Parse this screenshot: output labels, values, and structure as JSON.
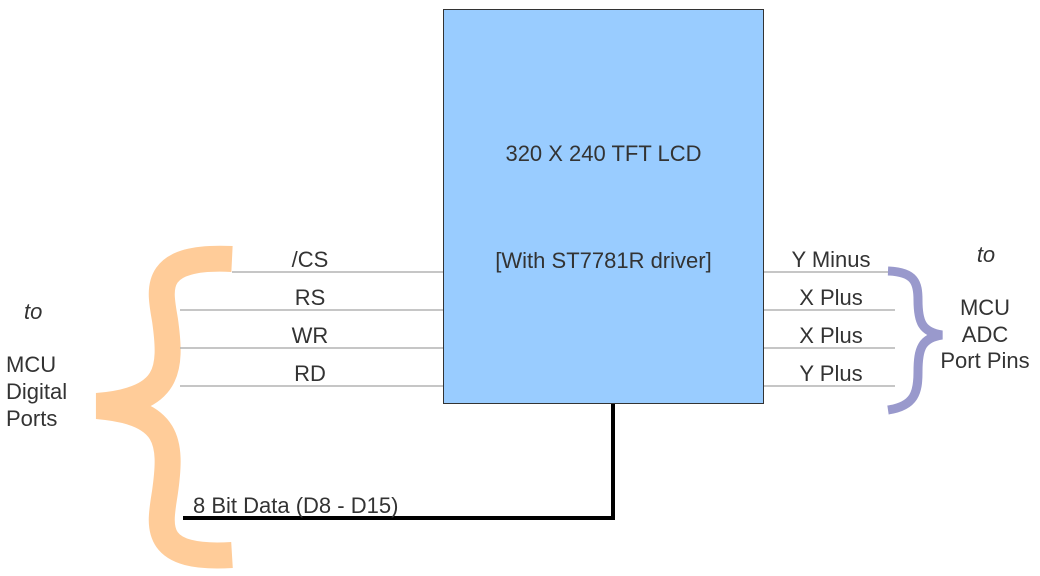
{
  "lcd": {
    "title": "320 X 240 TFT LCD",
    "driver": "[With ST7781R driver]"
  },
  "left_signals": [
    "/CS",
    "RS",
    "WR",
    "RD"
  ],
  "right_signals": [
    "Y Minus",
    "X Plus",
    "X Plus",
    "Y Plus"
  ],
  "data_bus": "8 Bit Data (D8 - D15)",
  "left_target": {
    "to": "to",
    "lines": [
      "MCU",
      "Digital",
      "Ports"
    ]
  },
  "right_target": {
    "to": "to",
    "lines": [
      "MCU",
      "ADC",
      "Port Pins"
    ]
  },
  "colors": {
    "lcd_fill": "#99ccff",
    "left_brace": "#ffcc99",
    "right_brace": "#9999cc",
    "signal_line": "#b3b3b3",
    "bus_line": "#000000",
    "text": "#333333"
  }
}
